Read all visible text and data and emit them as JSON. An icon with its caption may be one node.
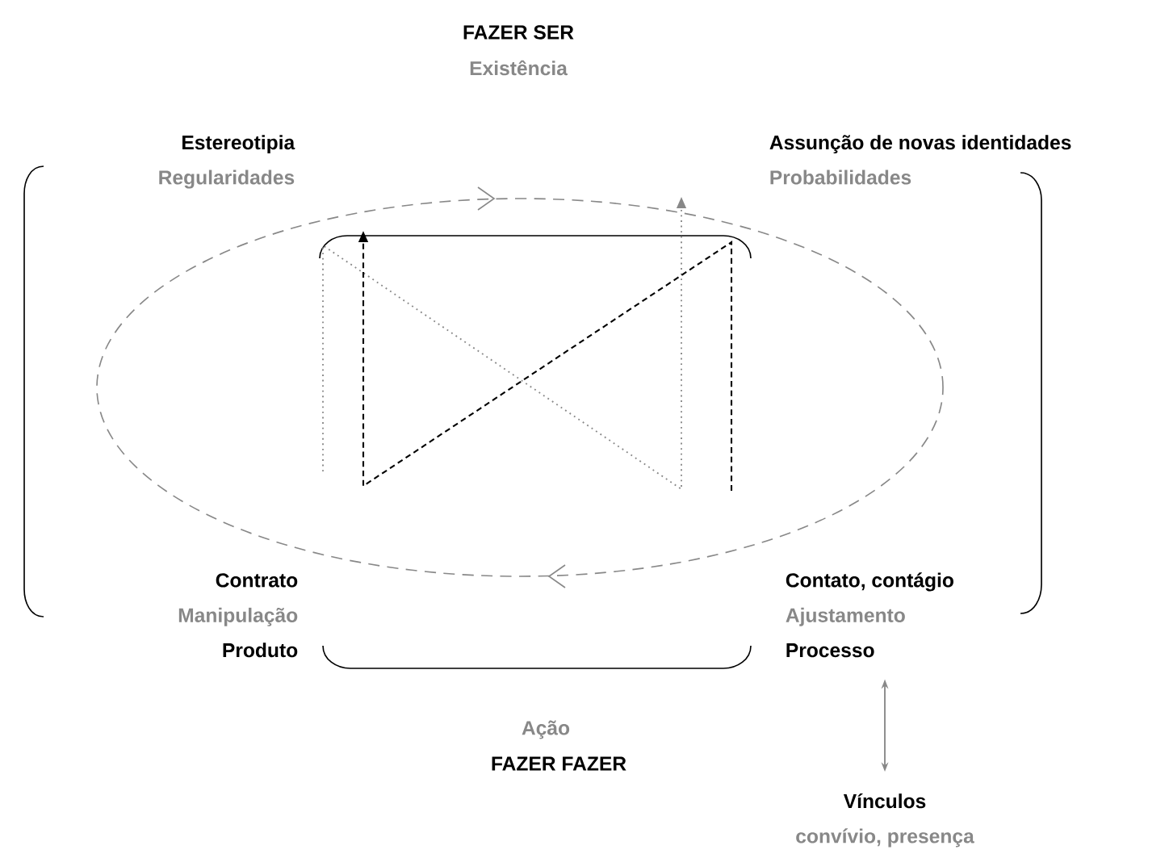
{
  "diagram": {
    "nodes": [
      {
        "text": [
          "Estereotipia",
          "Regularidades"
        ]
      },
      {
        "text": [
          "Assunção de novas identidades",
          "Probabilidades"
        ]
      },
      {
        "text": [
          "Contrato",
          "Manipulação",
          "Produto"
        ]
      },
      {
        "text": [
          "Contato, contágio",
          "Ajustamento",
          "Processo"
        ]
      },
      {
        "text": [
          "Vínculos",
          "convívio, presença"
        ]
      }
    ],
    "edges": [
      {
        "from": 3,
        "to": 4,
        "arrow": "both",
        "color": "#888888"
      }
    ],
    "labels": [
      "FAZER SER",
      "Existência",
      "Ação",
      "FAZER FAZER"
    ]
  }
}
